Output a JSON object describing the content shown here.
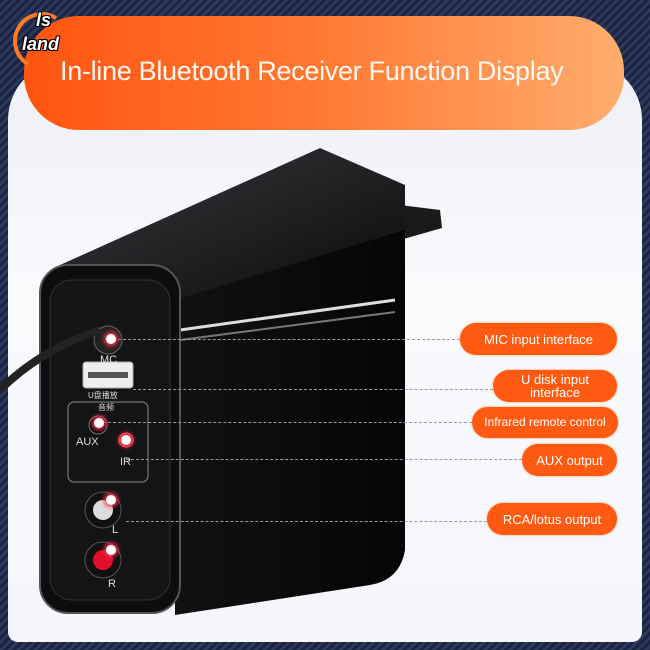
{
  "logo": {
    "line1": "ls",
    "line2": "land"
  },
  "banner": {
    "title": "In-line Bluetooth Receiver Function Display"
  },
  "device_labels": {
    "mic": "MC",
    "usb": "U盘播放",
    "audio": "音频",
    "aux": "AUX",
    "ir": "IR",
    "left": "L",
    "right": "R"
  },
  "callouts": [
    {
      "label": "MIC  input interface"
    },
    {
      "label": "U disk input interface"
    },
    {
      "label": "Infrared remote control"
    },
    {
      "label": "AUX output"
    },
    {
      "label": "RCA/lotus output"
    }
  ],
  "colors": {
    "accent": "#ff5a12",
    "background": "#1b2440"
  }
}
